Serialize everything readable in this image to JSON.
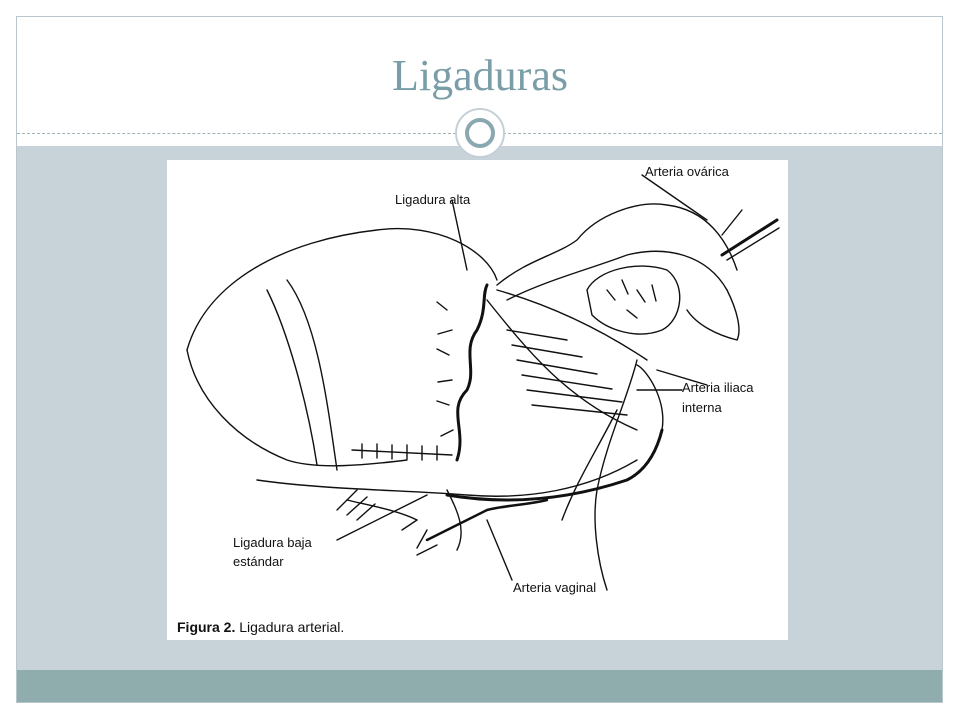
{
  "slide": {
    "title": "Ligaduras"
  },
  "figure": {
    "labels": {
      "arteria_ovarica": "Arteria ovárica",
      "ligadura_alta": "Ligadura alta",
      "arteria_iliaca_interna_line1": "Arteria iliaca",
      "arteria_iliaca_interna_line2": "interna",
      "ligadura_baja_line1": "Ligadura baja",
      "ligadura_baja_line2": "estándar",
      "arteria_vaginal": "Arteria vaginal"
    },
    "caption": {
      "prefix": "Figura 2.",
      "text": "Ligadura arterial."
    }
  },
  "colors": {
    "title": "#7a9ea8",
    "content_band": "#c7d3d9",
    "bottom_band": "#8fadad"
  }
}
